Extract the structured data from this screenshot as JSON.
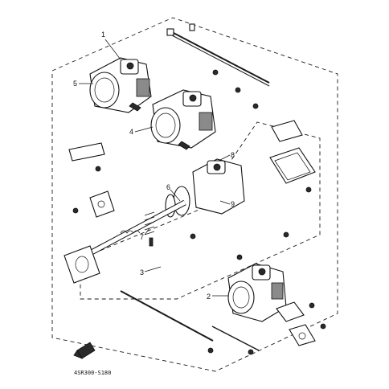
{
  "diagram": {
    "callouts": [
      {
        "id": "callout-1",
        "text": "1"
      },
      {
        "id": "callout-2",
        "text": "2"
      },
      {
        "id": "callout-3",
        "text": "3"
      },
      {
        "id": "callout-4",
        "text": "4"
      },
      {
        "id": "callout-5",
        "text": "5"
      },
      {
        "id": "callout-6",
        "text": "6"
      },
      {
        "id": "callout-7",
        "text": "7"
      },
      {
        "id": "callout-8",
        "text": "8"
      },
      {
        "id": "callout-9",
        "text": "9"
      }
    ],
    "figure_code": "4SR300-S180"
  }
}
